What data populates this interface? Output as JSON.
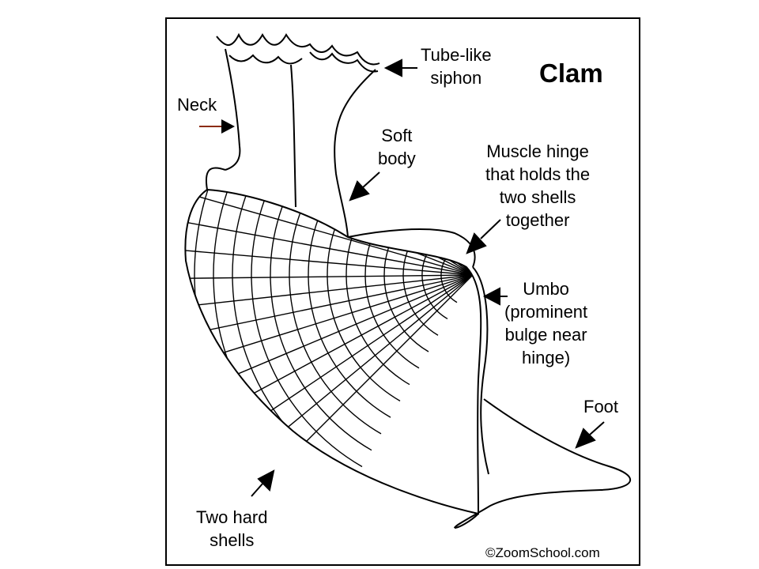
{
  "title": "Clam",
  "labels": {
    "siphon": [
      "Tube-like",
      "siphon"
    ],
    "neck": [
      "Neck"
    ],
    "soft_body": [
      "Soft",
      "body"
    ],
    "muscle_hinge": [
      "Muscle hinge",
      "that holds the",
      "two shells",
      "together"
    ],
    "umbo": [
      "Umbo",
      "(prominent",
      "bulge near",
      "hinge)"
    ],
    "foot": [
      "Foot"
    ],
    "shells": [
      "Two hard",
      "shells"
    ]
  },
  "credit": "©ZoomSchool.com",
  "colors": {
    "line": "#000000",
    "background": "#ffffff",
    "neck_arrow": "#8b2b0e"
  }
}
